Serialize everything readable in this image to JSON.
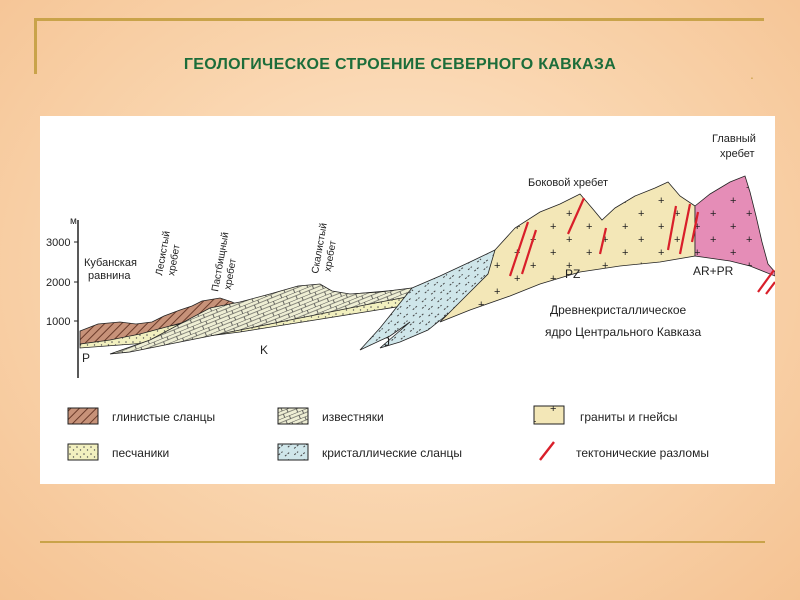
{
  "slide": {
    "title": "ГЕОЛОГИЧЕСКОЕ СТРОЕНИЕ СЕВЕРНОГО КАВКАЗА",
    "accent_color": "#1c6d3a",
    "frame_color": "#c9a34a",
    "corner_mark": "."
  },
  "diagram": {
    "axis_unit": "м",
    "axis_ticks": [
      "3000",
      "2000",
      "1000"
    ],
    "ridges": {
      "kuban_line1": "Кубанская",
      "kuban_line2": "равнина",
      "lesisty_line1": "Лесистый",
      "lesisty_line2": "хребет",
      "pastbish_line1": "Пастбищный",
      "pastbish_line2": "хребет",
      "skalisty_line1": "Скалистый",
      "skalisty_line2": "хребет",
      "bokovoy": "Боковой хребет",
      "glavny_line1": "Главный",
      "glavny_line2": "хребет"
    },
    "labels": {
      "p": "P",
      "k": "K",
      "j": "J",
      "pz": "PZ",
      "arpr": "AR+PR",
      "core_line1": "Древнекристаллическое",
      "core_line2": "ядро Центрального Кавказа"
    }
  },
  "legend": {
    "clay_shale": "глинистые сланцы",
    "limestone": "известняки",
    "granite": "граниты и гнейсы",
    "sandstone": "песчаники",
    "crystal_shale": "кристаллические сланцы",
    "faults": "тектонические разломы"
  },
  "colors": {
    "clay": "#c79279",
    "sandstone": "#f2f0bf",
    "limestone": "#eeeed4",
    "crystal": "#cfe6ea",
    "granite": "#f3e7b7",
    "arpr": "#e58db7",
    "fault": "#d91f2a"
  }
}
